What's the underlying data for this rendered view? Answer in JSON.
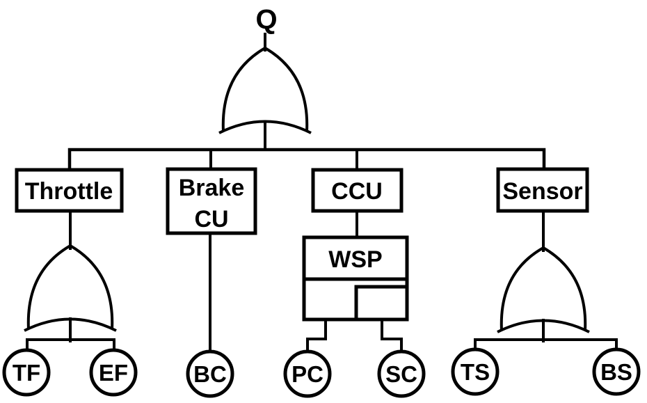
{
  "colors": {
    "line": "#000000",
    "background": "#ffffff"
  },
  "tree": {
    "top_event": "Q",
    "top_gate_type": "OR",
    "branches": [
      {
        "name": "Throttle",
        "gate_type": "OR",
        "events": [
          "TF",
          "EF"
        ]
      },
      {
        "name_line1": "Brake",
        "name_line2": "CU",
        "events": [
          "BC"
        ]
      },
      {
        "name": "CCU",
        "subsystem": "WSP",
        "events": [
          "PC",
          "SC"
        ]
      },
      {
        "name": "Sensor",
        "gate_type": "OR",
        "events": [
          "TS",
          "BS"
        ]
      }
    ]
  }
}
